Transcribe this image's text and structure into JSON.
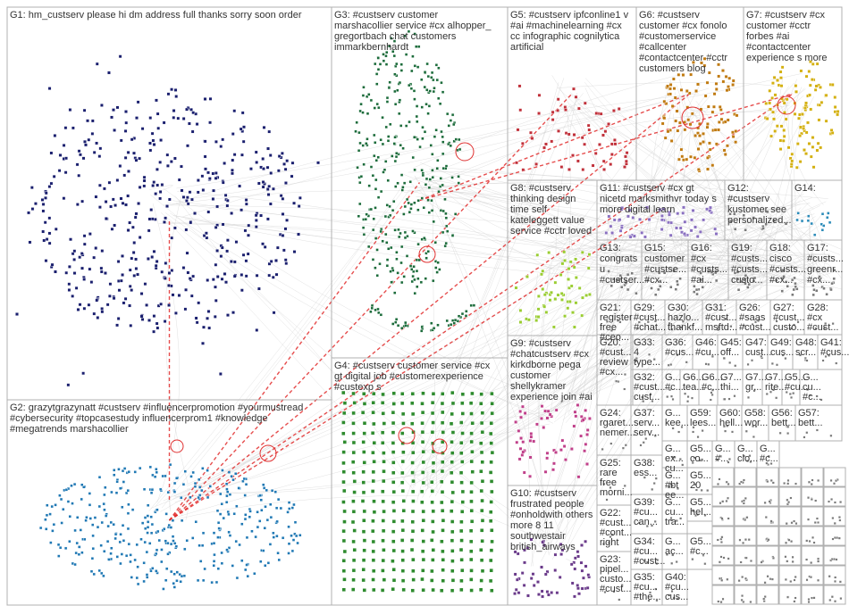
{
  "colors": {
    "G1": "#1a1f6e",
    "G2": "#1f78b4",
    "G3": "#1b6b3a",
    "G4": "#2e8b2e",
    "G5": "#c0303a",
    "G6": "#c07a10",
    "G7": "#d4b010",
    "G8": "#9acd32",
    "G9": "#c0408a",
    "G10": "#6a3a8a",
    "G11": "#8a70c0",
    "G14": "#2a8ab8",
    "small": "#7a7a7a",
    "highlight": "#e02020"
  },
  "groups": [
    {
      "id": "G1",
      "label": "G1: hm_custserv please hi dm address full thanks sorry soon order"
    },
    {
      "id": "G2",
      "label": "G2: grazytgrazynatt #custserv #influencerpromotion #yourmustread\n#cybersecurity #topcasestudy influencerprom1 #knowledge\n#megatrends marshacollier"
    },
    {
      "id": "G3",
      "label": "G3: #custserv customer\nmarshacollier service #cx alhopper_\ngregortbach chat customers\nimmarkbernhardt"
    },
    {
      "id": "G4",
      "label": "G4: #custserv customer service #cx\ngt digital job #customerexperience\n#custexp s"
    },
    {
      "id": "G5",
      "label": "G5: #custserv ipfconline1 v\n#ai #machinelearning #cx\ncc infographic cognilytica\nartificial"
    },
    {
      "id": "G6",
      "label": "G6: #custserv\ncustomer #cx fonolo\n#customerservice\n#callcenter\n#contactcenter #cctr\ncustomers blog"
    },
    {
      "id": "G7",
      "label": "G7: #custserv #cx\ncustomer #cctr\nforbes #ai\n#contactcenter\nexperience s more"
    },
    {
      "id": "G8",
      "label": "G8: #custserv\nthinking design\ntime self\nkateleggett value\nservice #cctr loved"
    },
    {
      "id": "G9",
      "label": "G9: #custserv\n#chatcustserv #cx\nkirkdborne pega\ncustomer\nshellykramer\nexperience join #ai"
    },
    {
      "id": "G10",
      "label": "G10: #custserv\nfrustrated people\n#onholdwith others\nmore 8 11\nsouthwestair\nbritish_airways"
    },
    {
      "id": "G11",
      "label": "G11: #custserv #cx gt\nnicetd marksmithvr today s\nmore digital learn"
    },
    {
      "id": "G12",
      "label": "G12:\n#custserv\nkustomer see\npersonalized..."
    },
    {
      "id": "G13",
      "label": "G13:\ncongrats\nu\n#custser..."
    },
    {
      "id": "G14",
      "label": "G14:"
    },
    {
      "id": "G15",
      "label": "G15:\ncustomer\n#custse...\n#cx..."
    },
    {
      "id": "G16",
      "label": "G16:\n#cx\n#custs...\n#ai..."
    },
    {
      "id": "G17",
      "label": "G17:\n#custs...\ngreenr...\n#cx..."
    },
    {
      "id": "G18",
      "label": "G18:\ncisco\n#custs...\n#cx..."
    },
    {
      "id": "G19",
      "label": "G19:\n#custs...\n#custs...\ncusto..."
    },
    {
      "id": "G20",
      "label": "G20:\n#cust...\nreview\n#cx..."
    },
    {
      "id": "G21",
      "label": "G21:\nregister\nfree\n#ceo..."
    },
    {
      "id": "G22",
      "label": "G22:\n#cust...\n#cont...\nright"
    },
    {
      "id": "G23",
      "label": "G23:\npipel...\ncusto...\n#cust..."
    },
    {
      "id": "G24",
      "label": "G24:\nrgaret...\nnemer..."
    },
    {
      "id": "G25",
      "label": "G25:\nrare\nfree\nmorni..."
    },
    {
      "id": "G26",
      "label": "G26:\n#saas\n#cust..."
    },
    {
      "id": "G27",
      "label": "G27:\n#cust...\ncusto..."
    },
    {
      "id": "G28",
      "label": "G28:\n#cx\n#cust..."
    },
    {
      "id": "G29",
      "label": "G29:\n#cust...\n#chat..."
    },
    {
      "id": "G30",
      "label": "G30:\nhazlo...\nthankf..."
    },
    {
      "id": "G31",
      "label": "G31:\n#cust...\nmsftd..."
    },
    {
      "id": "G32",
      "label": "G32:\n#cust...\ncust..."
    },
    {
      "id": "G33",
      "label": "G33:\n4\ntype..."
    },
    {
      "id": "G34",
      "label": "G34:\n#cu...\n#cust..."
    },
    {
      "id": "G35",
      "label": "G35:\n#cu...\n#the..."
    },
    {
      "id": "G36",
      "label": "G36:\n#cus..."
    },
    {
      "id": "G37",
      "label": "G37:\nserv...\nserv..."
    },
    {
      "id": "G38",
      "label": "G38:\ness..."
    },
    {
      "id": "G39",
      "label": "G39:\n#cu...\ncan..."
    },
    {
      "id": "G40",
      "label": "G40:\n#cu...\ncus..."
    },
    {
      "id": "G41",
      "label": "G41:\n#cus..."
    },
    {
      "id": "G45",
      "label": "G45:\noff..."
    },
    {
      "id": "G46",
      "label": "G46:\n#cu..."
    },
    {
      "id": "G47",
      "label": "G47:\ncust..."
    },
    {
      "id": "G48",
      "label": "G48:\nscr..."
    },
    {
      "id": "G49",
      "label": "G49:\ncus..."
    },
    {
      "id": "G56",
      "label": "G56:\nbett..."
    },
    {
      "id": "G57",
      "label": "G57:\nbett..."
    },
    {
      "id": "G58",
      "label": "G58:\nwor..."
    },
    {
      "id": "G60",
      "label": "G60:\nhell..."
    },
    {
      "id": "G59",
      "label": "G59:\nlees..."
    },
    {
      "id": "G5x",
      "label": "G5...\n#cu..."
    },
    {
      "id": "G6a",
      "label": "G6...\ntea..."
    },
    {
      "id": "G6b",
      "label": "G6...\n#c..."
    },
    {
      "id": "G7a",
      "label": "G7...\nthi..."
    },
    {
      "id": "G7b",
      "label": "G7...\ngr..."
    },
    {
      "id": "G7c",
      "label": "G7...\nrite..."
    },
    {
      "id": "Ga",
      "label": "G...\n#c..."
    },
    {
      "id": "Gb",
      "label": "G...\ncu...\n#c..."
    },
    {
      "id": "Gc",
      "label": "G...\n#bt\nee..."
    },
    {
      "id": "Gd",
      "label": "G...\nkee..."
    },
    {
      "id": "Ge",
      "label": "G...\nex...\ncu..."
    },
    {
      "id": "Gf",
      "label": "G5...\nco..."
    },
    {
      "id": "Gg",
      "label": "G5...\n20"
    },
    {
      "id": "Gh",
      "label": "G...\ncu...\ntra..."
    },
    {
      "id": "Gi",
      "label": "G5...\nhel..."
    },
    {
      "id": "Gj",
      "label": "G...\nac..."
    },
    {
      "id": "Gk",
      "label": "G5...\n#c..."
    },
    {
      "id": "Gl",
      "label": "G...\n#..."
    },
    {
      "id": "Gm",
      "label": "G...\nclo..."
    },
    {
      "id": "Gn",
      "label": "G...\n#c..."
    }
  ]
}
